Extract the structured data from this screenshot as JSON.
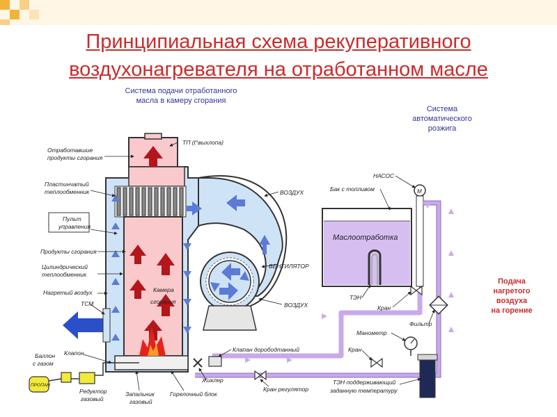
{
  "slide": {
    "title_line1": "Принципиальная схема рекуперативного",
    "title_line2": "воздухонагревателя на отработанном масле"
  },
  "notes": {
    "oil_supply_1": "Система подачи отработанного",
    "oil_supply_2": "масла в камеру сгорания",
    "ignition_1": "Система",
    "ignition_2": "автоматического",
    "ignition_3": "розжига",
    "hot_air_1": "Подача",
    "hot_air_2": "нагретого",
    "hot_air_3": "воздуха",
    "hot_air_4": "на горение"
  },
  "labels": {
    "exhaust_products_1": "Отработавшие",
    "exhaust_products_2": "продукты сгорания",
    "plate_exchanger_1": "Пластинчатый",
    "plate_exchanger_2": "теплообменник",
    "control_panel_1": "Пульт",
    "control_panel_2": "управления",
    "combustion_products": "Продукты сгорания",
    "cylinder_exchanger_1": "Цилиндрический",
    "cylinder_exchanger_2": "теплообменник",
    "heated_air": "Нагретый воздух",
    "tsm": "ТСМ",
    "valve": "Клапон",
    "gas_bottle_1": "Баллон",
    "gas_bottle_2": "с газом",
    "propane": "ПРОПАН",
    "gas_reducer_1": "Редуктор",
    "gas_reducer_2": "газовый",
    "gas_igniter_1": "Запальник",
    "gas_igniter_2": "газовый",
    "burner_block": "Горелочный блок",
    "nozzle": "Жиклер",
    "combustion_chamber_1": "Камера",
    "combustion_chamber_2": "сгорания",
    "tp_exhaust": "ТП (t°выхлопа)",
    "air_top": "ВОЗДУХ",
    "fan": "ВЕНТИЛЯТОР",
    "air_bottom": "ВОЗДУХ",
    "pump": "НАСОС",
    "motor": "М",
    "fuel_tank": "Бак с топливом",
    "waste_oil": "Маслоотработка",
    "ten": "ТЭН",
    "tap_top": "Кран",
    "filter": "Фильтр",
    "manometer": "Манометр",
    "tap_mid": "Кран",
    "afterburn_valve": "Клапан дорободтанный",
    "regulator_tap": "Кран регулятор",
    "ten_temp_1": "ТЭН поддерживающий",
    "ten_temp_2": "заданную температуру"
  },
  "colors": {
    "title": "#cc2b2b",
    "note_blue": "#333399",
    "air_blue": "#cfe3f7",
    "hot_pink": "#f9c9cc",
    "oil_violet": "#d6bff0",
    "pipe_violet": "#c9a9ea",
    "arrow_red": "#b3161b",
    "arrow_blue": "#5b7bd6",
    "flame": "#e3241b"
  }
}
